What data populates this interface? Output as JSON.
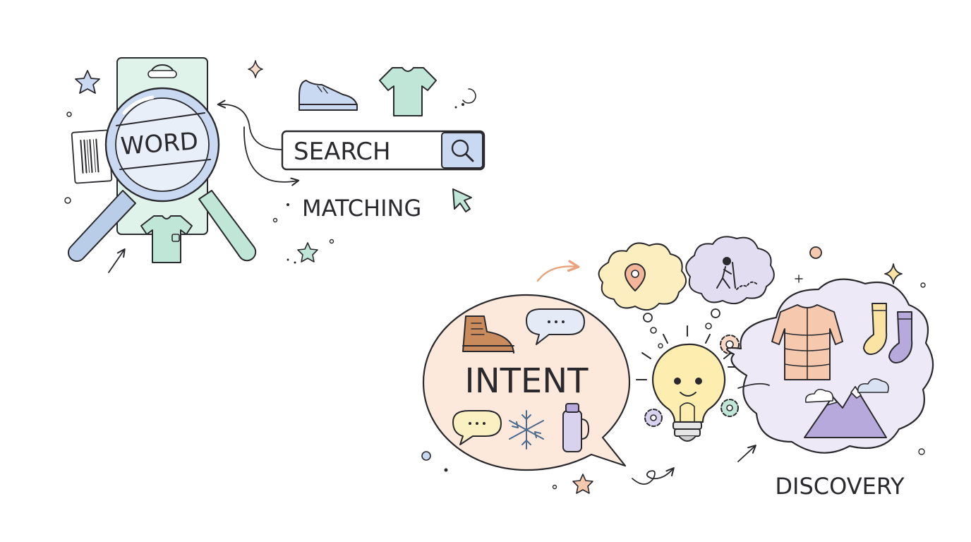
{
  "labels": {
    "word": "WORD",
    "search": "SEARCH",
    "matching": "MATCHING",
    "intent": "INTENT",
    "discovery": "DISCOVERY"
  },
  "icons": [
    "magnifier-icon",
    "barcode-tag-icon",
    "sneaker-icon",
    "tshirt-icon",
    "search-icon",
    "cursor-icon",
    "hiking-boot-icon",
    "chat-bubble-icon",
    "snowflake-icon",
    "thermos-icon",
    "location-pin-icon",
    "hiker-icon",
    "lightbulb-icon",
    "gear-icon",
    "puffer-jacket-icon",
    "socks-icon",
    "mountains-icon",
    "cloud-icon",
    "star-icon",
    "sparkle-icon"
  ],
  "colors": {
    "ink": "#2a2a2e",
    "mint": "#bfe6d6",
    "mint_fill": "#dff3ea",
    "lens_blue": "#c9d9f2",
    "handle_blue": "#b9cde9",
    "peach": "#f9dcc9",
    "lavender": "#d9d2ee",
    "lavender_dark": "#b7a9dc",
    "yellow": "#fbe8a6",
    "bulb_yellow": "#fdeeb0",
    "orange": "#e9a37c",
    "boot_brown": "#c98a5c"
  }
}
